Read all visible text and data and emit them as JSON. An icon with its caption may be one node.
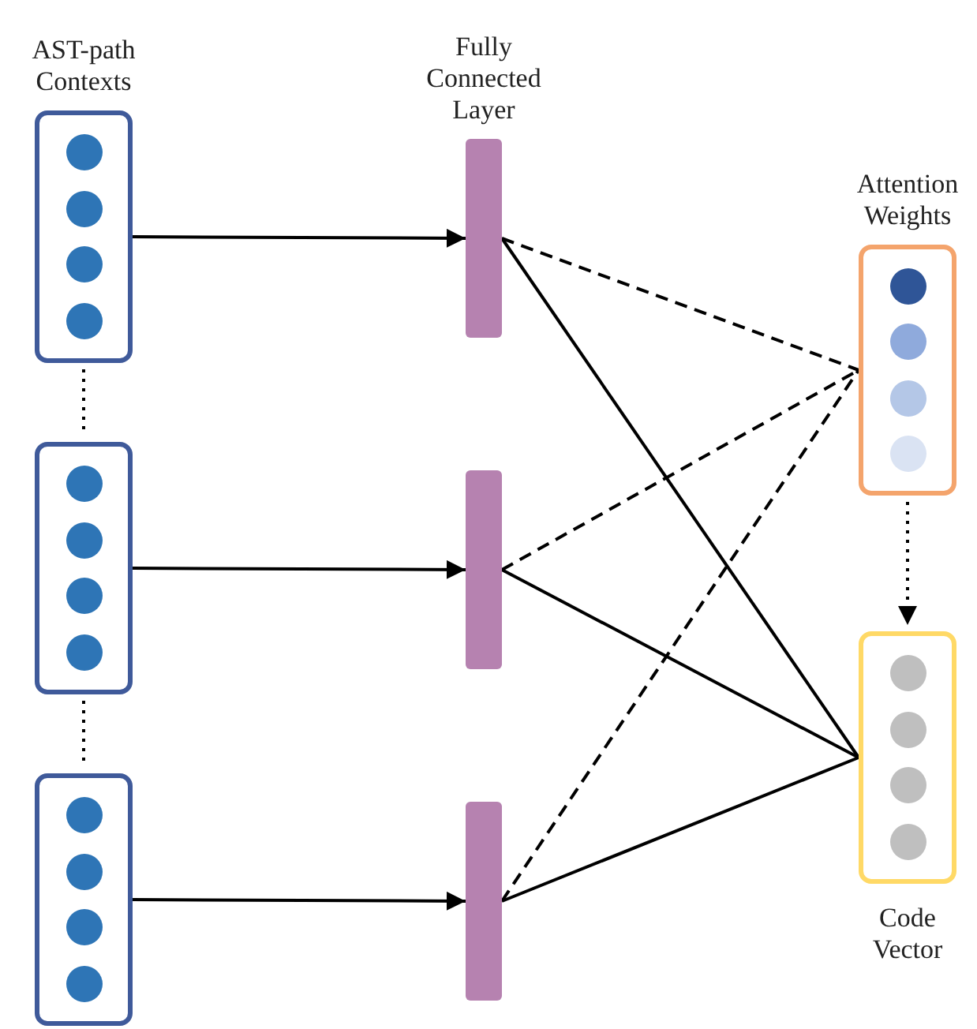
{
  "diagram": {
    "nodes": [
      {
        "text": [
          "AST-path Contexts"
        ]
      },
      {
        "text": [],
        "shape": "box"
      },
      {
        "text": [],
        "shape": "box"
      },
      {
        "text": [
          "Fully Connected Layer"
        ]
      },
      {
        "text": [],
        "shape": "bar"
      },
      {
        "text": [],
        "shape": "bar"
      },
      {
        "text": [
          "Attention Weights"
        ]
      },
      {
        "text": [
          "Code Vector"
        ]
      }
    ],
    "edges": [
      {
        "from": 0,
        "to": 3,
        "arrow": "to"
      },
      {
        "from": 1,
        "to": 4,
        "arrow": "to"
      },
      {
        "from": 2,
        "to": 5,
        "arrow": "to"
      },
      {
        "from": 0,
        "to": 1,
        "arrow": "none",
        "style": "dashed"
      },
      {
        "from": 1,
        "to": 2,
        "arrow": "none",
        "style": "dashed"
      },
      {
        "from": 3,
        "to": 6,
        "arrow": "none",
        "style": "dashed"
      },
      {
        "from": 4,
        "to": 6,
        "arrow": "none",
        "style": "dashed"
      },
      {
        "from": 5,
        "to": 6,
        "arrow": "none",
        "style": "dashed"
      },
      {
        "from": 3,
        "to": 7,
        "arrow": "none"
      },
      {
        "from": 4,
        "to": 7,
        "arrow": "none"
      },
      {
        "from": 5,
        "to": 7,
        "arrow": "none"
      },
      {
        "from": 6,
        "to": 7,
        "arrow": "to",
        "style": "dashed"
      }
    ]
  }
}
